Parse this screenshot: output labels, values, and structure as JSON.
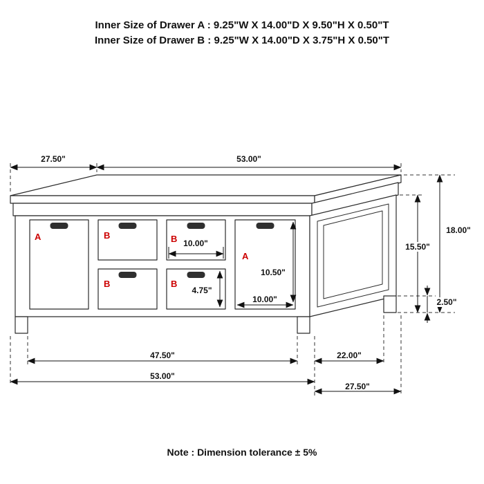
{
  "header": {
    "drawer_a": "Inner Size of Drawer A : 9.25\"W X 14.00\"D X 9.50\"H X 0.50\"T",
    "drawer_b": "Inner Size of Drawer B : 9.25\"W X 14.00\"D X 3.75\"H X 0.50\"T"
  },
  "note": "Note : Dimension tolerance ± 5%",
  "labels": {
    "drawer_a": "A",
    "drawer_b": "B"
  },
  "dims": {
    "top_depth": "27.50\"",
    "top_width": "53.00\"",
    "total_height": "18.00\"",
    "body_height": "15.50\"",
    "leg_clearance": "2.50\"",
    "inner_width": "47.50\"",
    "inner_depth": "22.00\"",
    "bottom_width": "53.00\"",
    "bottom_depth": "27.50\"",
    "drawer_b_opening_width": "10.00\"",
    "drawer_b_opening_height": "4.75\"",
    "drawer_a_opening_height": "10.50\"",
    "drawer_a_opening_width": "10.00\""
  },
  "colors": {
    "drawer_label": "#cc0000",
    "line": "#1a1a1a"
  }
}
